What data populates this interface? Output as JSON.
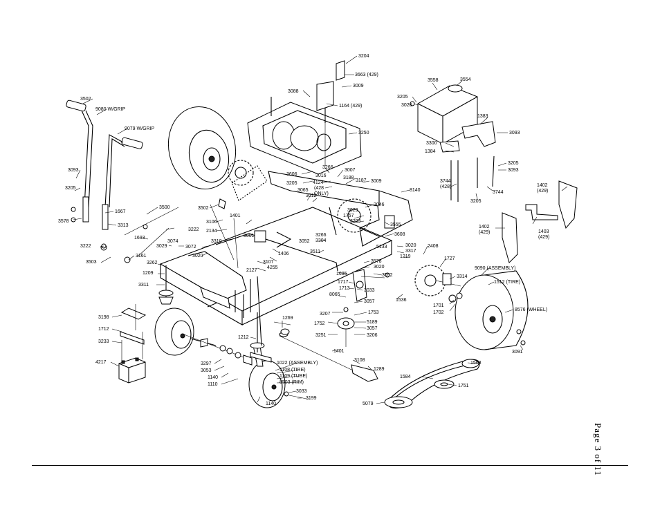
{
  "page": {
    "label": "Page 3 of 11"
  },
  "labels": {
    "l3204": "3204",
    "l3663": "3663 (429)",
    "l3009a": "3009",
    "l3088": "3088",
    "l1164": "1164 (429)",
    "l3250": "3250",
    "l3502a": "3502",
    "l9080": "9080 W/GRIP",
    "l9079": "9079 W/GRIP",
    "l3558": "3558",
    "l3554": "3554",
    "l3205a": "3205",
    "l3020a": "3020",
    "l1383": "1383",
    "l3093a": "3093",
    "l3300": "3300",
    "l1384": "1384",
    "l3205b": "3205",
    "l3093b": "3093",
    "l3744a": "3744",
    "l428": "(428)",
    "l3744b": "3744",
    "l3205c": "3205",
    "l1402a": "1402",
    "l429a": "(429)",
    "l1403": "1403",
    "l429b": "(429)",
    "l1402b": "1402",
    "l429c": "(429)",
    "l3093c": "3093",
    "l3205d": "3205",
    "l3578a": "3578",
    "l1667": "1667",
    "l3313a": "3313",
    "l3500": "3500",
    "l3502b": "3502",
    "l3106": "3106",
    "l2134": "2134",
    "l3310": "3310",
    "l3001": "3001",
    "l3606": "3606",
    "l3205e": "3205",
    "l3266": "3266",
    "l3016": "3016",
    "l3007": "3007",
    "l4124": "4124",
    "l428b": "(428",
    "l only": "ONLY)",
    "l3188": "3188",
    "l3187": "3187",
    "l3009b": "3009",
    "l8140": "8140",
    "l3065": "3065",
    "l3012": "3012",
    "l3029a": "3029",
    "l1757": "1757",
    "l3046": "3046",
    "l3203": "3203",
    "l3555": "3555",
    "l1401a": "1401",
    "l3222a": "3222",
    "l1693": "1693",
    "l3074": "3074",
    "l3029b": "3029",
    "l3222b": "3222",
    "l3072": "3072",
    "l3020b": "3020",
    "l3107": "3107",
    "l2127": "2127",
    "l4255": "4255",
    "l1406": "1406",
    "l3052": "3052",
    "l3266b": "3266",
    "l3304": "3304",
    "l3511": "3511",
    "l3608": "3608",
    "l5133": "5133",
    "l3020c": "3020",
    "l3317": "3317",
    "l1219": "1219",
    "l2408": "2408",
    "l3503": "3503",
    "l3161": "3161",
    "l3262": "3262",
    "l1209": "1209",
    "l3311": "3311",
    "l1685": "1685",
    "l3578b": "3578",
    "l3020d": "3020",
    "l3052b": "3052",
    "l1727": "1727",
    "l9090": "9090 (ASSEMBLY)",
    "l1512": "1512 (TIRE)",
    "l1717": "1717",
    "l1713": "1713",
    "l3033a": "3033",
    "l8065": "8065",
    "l3314": "3314",
    "l1536": "1536",
    "l3057a": "3057",
    "l1701": "1701",
    "l1702": "1702",
    "l8576": "8576 (WHEEL)",
    "l3207": "3207",
    "l1753": "1753",
    "l1752": "1752",
    "l5189": "5189",
    "l3057b": "3057",
    "l3251": "3251",
    "l3206": "3206",
    "l3198": "3198",
    "l1269": "1269",
    "l1712": "1712",
    "l3233": "3233",
    "l1212": "1212",
    "l1401b": "1401",
    "l3091": "3091",
    "l4217": "4217",
    "l3297": "3297",
    "l3053": "3053",
    "l1140a": "1140",
    "l1110": "1110",
    "l1022": "1022 (ASSEMBLY)",
    "l1108": "1108 (TIRE)",
    "l1109": "1109 (TUBE)",
    "l8503": "8503 (RIM)",
    "l3108": "3108",
    "l1289": "1289",
    "l1568": "1568",
    "l1584": "1584",
    "l1751": "1751",
    "l3033b": "3033",
    "l3199": "3199",
    "l1140b": "1140",
    "l5079": "5079"
  }
}
